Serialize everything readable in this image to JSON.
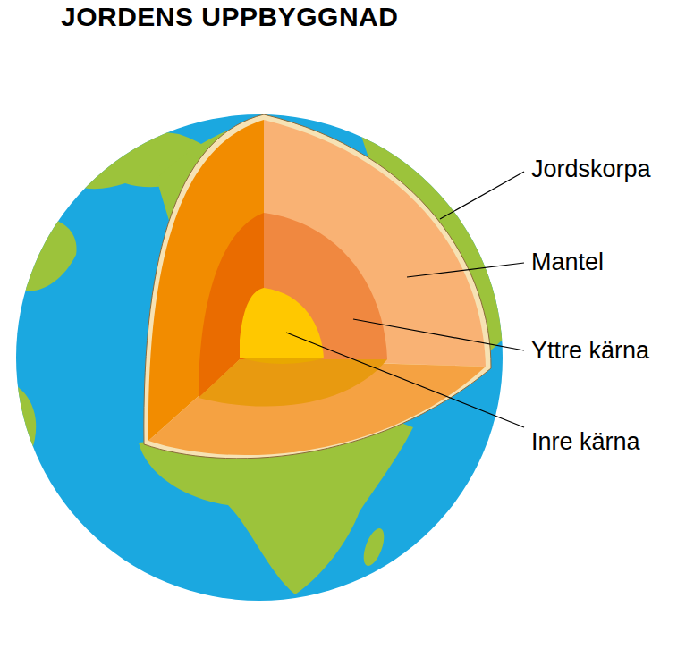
{
  "diagram": {
    "title": "JORDENS UPPBYGGNAD",
    "labels": [
      "Jordskorpa",
      "Mantel",
      "Yttre kärna",
      "Inre kärna"
    ]
  }
}
